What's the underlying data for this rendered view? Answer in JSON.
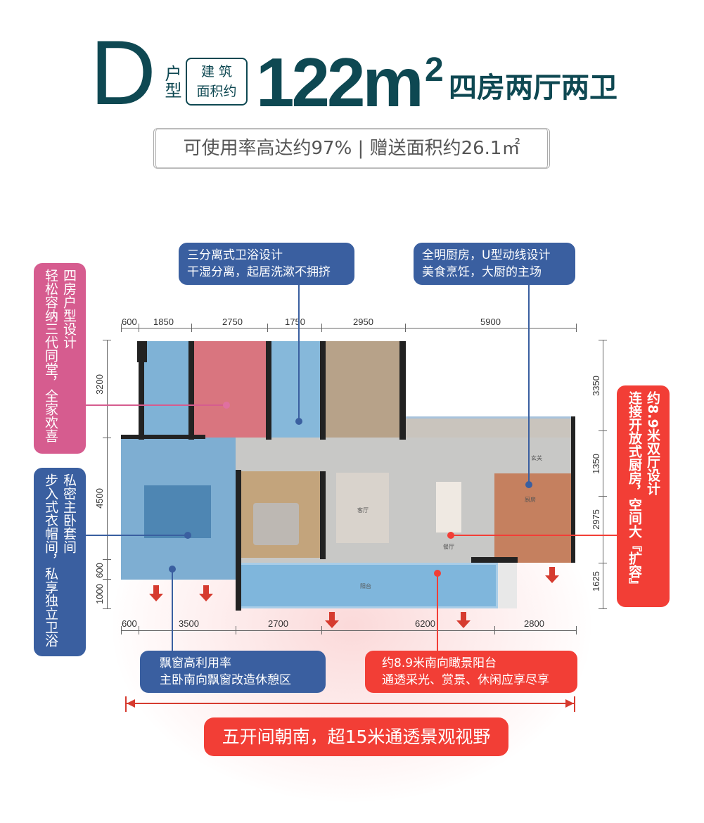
{
  "header": {
    "unit_letter": "D",
    "unit_type": "户型",
    "area_label_1": "建 筑",
    "area_label_2": "面积约",
    "area_value": "122m",
    "area_unit_sup": "2",
    "layout": "四房两厅两卫"
  },
  "subtitle": "可使用率高达约97% | 赠送面积约26.1㎡",
  "dimensions": {
    "top": [
      "600",
      "1850",
      "2750",
      "1750",
      "2950",
      "5900"
    ],
    "bottom": [
      "600",
      "3500",
      "2700",
      "6200",
      "2800"
    ],
    "left": [
      "3200",
      "4500",
      "600",
      "1000"
    ],
    "right": [
      "3350",
      "1350",
      "2975",
      "1625"
    ]
  },
  "rooms": {
    "living": "客厅",
    "dining": "餐厅",
    "balcony": "阳台",
    "kitchen": "厨房",
    "entry": "玄关"
  },
  "callouts": {
    "four_rooms": {
      "line1": "四房户型设计",
      "line2": "轻松容纳三代同堂，全家欢喜"
    },
    "bathroom": {
      "line1": "三分离式卫浴设计",
      "line2": "干湿分离，起居洗漱不拥挤"
    },
    "kitchen": {
      "line1": "全明厨房，U型动线设计",
      "line2": "美食烹饪，大厨的主场"
    },
    "master": {
      "line1": "私密主卧套间",
      "line2": "步入式衣帽间，私享独立卫浴"
    },
    "double_hall": {
      "line1": "约8.9米双厅设计",
      "line2": "连接开放式厨房，空间大『扩容』"
    },
    "bay_window": {
      "line1": "飘窗高利用率",
      "line2": "主卧南向飘窗改造休憩区"
    },
    "balcony": {
      "line1": "约8.9米南向瞰景阳台",
      "line2": "通透采光、赏景、休闲应享尽享"
    }
  },
  "banner": "五开间朝南，超15米通透景观视野",
  "colors": {
    "title": "#0e4852",
    "blue": "#3a5fa0",
    "pink": "#d65c8f",
    "red": "#f23e36"
  }
}
